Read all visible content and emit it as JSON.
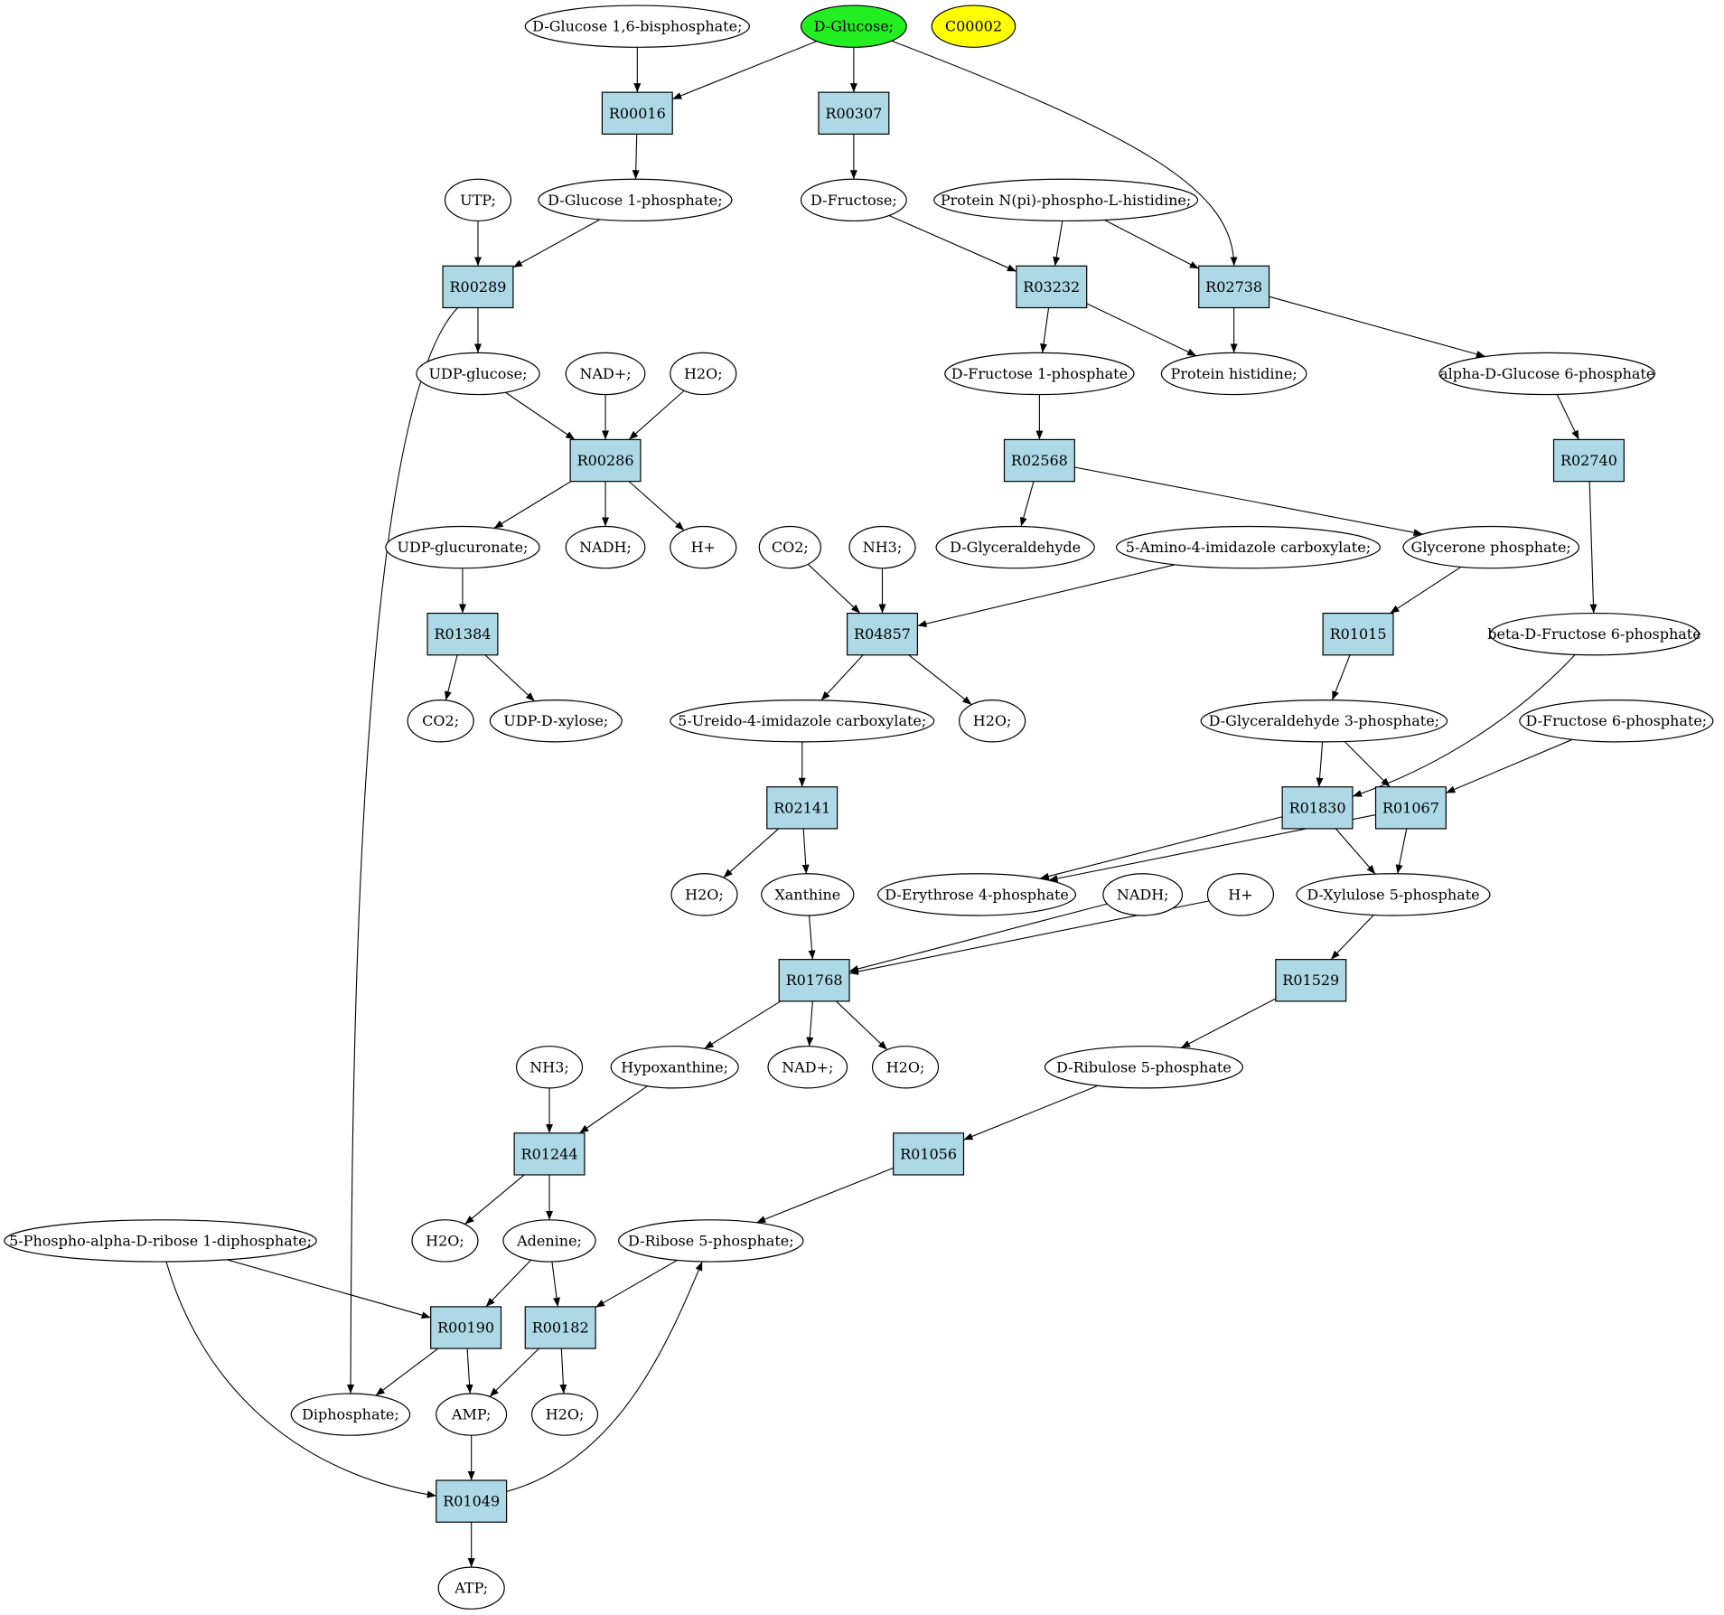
{
  "colors": {
    "start": "#22ee22",
    "target": "#ffff00",
    "reaction": "#add8e6",
    "metabolite": "#ffffff"
  },
  "nodes": [
    {
      "id": "m_g16bp",
      "kind": "metab",
      "label": "D-Glucose 1,6-bisphosphate;"
    },
    {
      "id": "m_glc",
      "kind": "start",
      "label": "D-Glucose;"
    },
    {
      "id": "m_c00002",
      "kind": "target",
      "label": "C00002"
    },
    {
      "id": "r_00016",
      "kind": "rxn",
      "label": "R00016"
    },
    {
      "id": "r_00307",
      "kind": "rxn",
      "label": "R00307"
    },
    {
      "id": "m_utp",
      "kind": "metab",
      "label": "UTP;"
    },
    {
      "id": "m_g1p",
      "kind": "metab",
      "label": "D-Glucose 1-phosphate;"
    },
    {
      "id": "m_fru",
      "kind": "metab",
      "label": "D-Fructose;"
    },
    {
      "id": "m_phis",
      "kind": "metab",
      "label": "Protein N(pi)-phospho-L-histidine;"
    },
    {
      "id": "r_00289",
      "kind": "rxn",
      "label": "R00289"
    },
    {
      "id": "r_03232",
      "kind": "rxn",
      "label": "R03232"
    },
    {
      "id": "r_02738",
      "kind": "rxn",
      "label": "R02738"
    },
    {
      "id": "m_udpg",
      "kind": "metab",
      "label": "UDP-glucose;"
    },
    {
      "id": "m_nad1",
      "kind": "metab",
      "label": "NAD+;"
    },
    {
      "id": "m_h2o1",
      "kind": "metab",
      "label": "H2O;"
    },
    {
      "id": "m_f1p",
      "kind": "metab",
      "label": "D-Fructose 1-phosphate"
    },
    {
      "id": "m_his",
      "kind": "metab",
      "label": "Protein histidine;"
    },
    {
      "id": "m_ag6p",
      "kind": "metab",
      "label": "alpha-D-Glucose 6-phosphate"
    },
    {
      "id": "r_00286",
      "kind": "rxn",
      "label": "R00286"
    },
    {
      "id": "r_02568",
      "kind": "rxn",
      "label": "R02568"
    },
    {
      "id": "r_02740",
      "kind": "rxn",
      "label": "R02740"
    },
    {
      "id": "m_udpgluc",
      "kind": "metab",
      "label": "UDP-glucuronate;"
    },
    {
      "id": "m_nadh1",
      "kind": "metab",
      "label": "NADH;"
    },
    {
      "id": "m_h1",
      "kind": "metab",
      "label": "H+"
    },
    {
      "id": "m_co2a",
      "kind": "metab",
      "label": "CO2;"
    },
    {
      "id": "m_nh3a",
      "kind": "metab",
      "label": "NH3;"
    },
    {
      "id": "m_glyald",
      "kind": "metab",
      "label": "D-Glyceraldehyde"
    },
    {
      "id": "m_aica",
      "kind": "metab",
      "label": "5-Amino-4-imidazole carboxylate;"
    },
    {
      "id": "m_dhap",
      "kind": "metab",
      "label": "Glycerone phosphate;"
    },
    {
      "id": "r_01384",
      "kind": "rxn",
      "label": "R01384"
    },
    {
      "id": "r_04857",
      "kind": "rxn",
      "label": "R04857"
    },
    {
      "id": "r_01015",
      "kind": "rxn",
      "label": "R01015"
    },
    {
      "id": "m_bf6p",
      "kind": "metab",
      "label": "beta-D-Fructose 6-phosphate"
    },
    {
      "id": "m_co2b",
      "kind": "metab",
      "label": "CO2;"
    },
    {
      "id": "m_udpxyl",
      "kind": "metab",
      "label": "UDP-D-xylose;"
    },
    {
      "id": "m_uica",
      "kind": "metab",
      "label": "5-Ureido-4-imidazole carboxylate;"
    },
    {
      "id": "m_h2o2",
      "kind": "metab",
      "label": "H2O;"
    },
    {
      "id": "m_ga3p",
      "kind": "metab",
      "label": "D-Glyceraldehyde 3-phosphate;"
    },
    {
      "id": "m_f6p",
      "kind": "metab",
      "label": "D-Fructose 6-phosphate;"
    },
    {
      "id": "r_02141",
      "kind": "rxn",
      "label": "R02141"
    },
    {
      "id": "r_01830",
      "kind": "rxn",
      "label": "R01830"
    },
    {
      "id": "r_01067",
      "kind": "rxn",
      "label": "R01067"
    },
    {
      "id": "m_h2o3",
      "kind": "metab",
      "label": "H2O;"
    },
    {
      "id": "m_xan",
      "kind": "metab",
      "label": "Xanthine"
    },
    {
      "id": "m_e4p",
      "kind": "metab",
      "label": "D-Erythrose 4-phosphate"
    },
    {
      "id": "m_nadh2",
      "kind": "metab",
      "label": "NADH;"
    },
    {
      "id": "m_h2",
      "kind": "metab",
      "label": "H+"
    },
    {
      "id": "m_xu5p",
      "kind": "metab",
      "label": "D-Xylulose 5-phosphate"
    },
    {
      "id": "r_01768",
      "kind": "rxn",
      "label": "R01768"
    },
    {
      "id": "r_01529",
      "kind": "rxn",
      "label": "R01529"
    },
    {
      "id": "m_nh3b",
      "kind": "metab",
      "label": "NH3;"
    },
    {
      "id": "m_hyp",
      "kind": "metab",
      "label": "Hypoxanthine;"
    },
    {
      "id": "m_nad2",
      "kind": "metab",
      "label": "NAD+;"
    },
    {
      "id": "m_h2o4",
      "kind": "metab",
      "label": "H2O;"
    },
    {
      "id": "m_ru5p",
      "kind": "metab",
      "label": "D-Ribulose 5-phosphate"
    },
    {
      "id": "r_01244",
      "kind": "rxn",
      "label": "R01244"
    },
    {
      "id": "r_01056",
      "kind": "rxn",
      "label": "R01056"
    },
    {
      "id": "m_prpp",
      "kind": "metab",
      "label": "5-Phospho-alpha-D-ribose 1-diphosphate;"
    },
    {
      "id": "m_h2o5",
      "kind": "metab",
      "label": "H2O;"
    },
    {
      "id": "m_ade",
      "kind": "metab",
      "label": "Adenine;"
    },
    {
      "id": "m_r5p",
      "kind": "metab",
      "label": "D-Ribose 5-phosphate;"
    },
    {
      "id": "r_00190",
      "kind": "rxn",
      "label": "R00190"
    },
    {
      "id": "r_00182",
      "kind": "rxn",
      "label": "R00182"
    },
    {
      "id": "m_ppi",
      "kind": "metab",
      "label": "Diphosphate;"
    },
    {
      "id": "m_amp",
      "kind": "metab",
      "label": "AMP;"
    },
    {
      "id": "m_h2o6",
      "kind": "metab",
      "label": "H2O;"
    },
    {
      "id": "r_01049",
      "kind": "rxn",
      "label": "R01049"
    },
    {
      "id": "m_atp",
      "kind": "metab",
      "label": "ATP;"
    }
  ],
  "edges": [
    [
      "m_g16bp",
      "r_00016"
    ],
    [
      "m_glc",
      "r_00016"
    ],
    [
      "m_glc",
      "r_00307"
    ],
    [
      "m_glc",
      "r_02738"
    ],
    [
      "r_00016",
      "m_g1p"
    ],
    [
      "r_00307",
      "m_fru"
    ],
    [
      "m_utp",
      "r_00289"
    ],
    [
      "m_g1p",
      "r_00289"
    ],
    [
      "r_00289",
      "m_udpg"
    ],
    [
      "r_00289",
      "m_ppi"
    ],
    [
      "m_fru",
      "r_03232"
    ],
    [
      "m_phis",
      "r_03232"
    ],
    [
      "m_phis",
      "r_02738"
    ],
    [
      "r_03232",
      "m_f1p"
    ],
    [
      "r_03232",
      "m_his"
    ],
    [
      "r_02738",
      "m_his"
    ],
    [
      "r_02738",
      "m_ag6p"
    ],
    [
      "m_udpg",
      "r_00286"
    ],
    [
      "m_nad1",
      "r_00286"
    ],
    [
      "m_h2o1",
      "r_00286"
    ],
    [
      "r_00286",
      "m_udpgluc"
    ],
    [
      "r_00286",
      "m_nadh1"
    ],
    [
      "r_00286",
      "m_h1"
    ],
    [
      "m_f1p",
      "r_02568"
    ],
    [
      "r_02568",
      "m_glyald"
    ],
    [
      "r_02568",
      "m_dhap"
    ],
    [
      "m_ag6p",
      "r_02740"
    ],
    [
      "r_02740",
      "m_bf6p"
    ],
    [
      "m_udpgluc",
      "r_01384"
    ],
    [
      "r_01384",
      "m_co2b"
    ],
    [
      "r_01384",
      "m_udpxyl"
    ],
    [
      "m_co2a",
      "r_04857"
    ],
    [
      "m_nh3a",
      "r_04857"
    ],
    [
      "m_aica",
      "r_04857"
    ],
    [
      "r_04857",
      "m_uica"
    ],
    [
      "r_04857",
      "m_h2o2"
    ],
    [
      "m_dhap",
      "r_01015"
    ],
    [
      "r_01015",
      "m_ga3p"
    ],
    [
      "m_uica",
      "r_02141"
    ],
    [
      "r_02141",
      "m_h2o3"
    ],
    [
      "r_02141",
      "m_xan"
    ],
    [
      "m_ga3p",
      "r_01830"
    ],
    [
      "m_bf6p",
      "r_01830"
    ],
    [
      "m_ga3p",
      "r_01067"
    ],
    [
      "m_f6p",
      "r_01067"
    ],
    [
      "r_01830",
      "m_e4p"
    ],
    [
      "r_01830",
      "m_xu5p"
    ],
    [
      "r_01067",
      "m_e4p"
    ],
    [
      "r_01067",
      "m_xu5p"
    ],
    [
      "m_xan",
      "r_01768"
    ],
    [
      "m_nadh2",
      "r_01768"
    ],
    [
      "m_h2",
      "r_01768"
    ],
    [
      "r_01768",
      "m_hyp"
    ],
    [
      "r_01768",
      "m_nad2"
    ],
    [
      "r_01768",
      "m_h2o4"
    ],
    [
      "m_xu5p",
      "r_01529"
    ],
    [
      "r_01529",
      "m_ru5p"
    ],
    [
      "m_nh3b",
      "r_01244"
    ],
    [
      "m_hyp",
      "r_01244"
    ],
    [
      "r_01244",
      "m_h2o5"
    ],
    [
      "r_01244",
      "m_ade"
    ],
    [
      "m_ru5p",
      "r_01056"
    ],
    [
      "r_01056",
      "m_r5p"
    ],
    [
      "m_prpp",
      "r_00190"
    ],
    [
      "m_ade",
      "r_00190"
    ],
    [
      "m_ade",
      "r_00182"
    ],
    [
      "m_r5p",
      "r_00182"
    ],
    [
      "r_00190",
      "m_ppi"
    ],
    [
      "r_00190",
      "m_amp"
    ],
    [
      "r_00182",
      "m_amp"
    ],
    [
      "r_00182",
      "m_h2o6"
    ],
    [
      "m_amp",
      "r_01049"
    ],
    [
      "m_prpp",
      "r_01049"
    ],
    [
      "r_01049",
      "m_atp"
    ],
    [
      "r_01049",
      "m_r5p"
    ]
  ]
}
